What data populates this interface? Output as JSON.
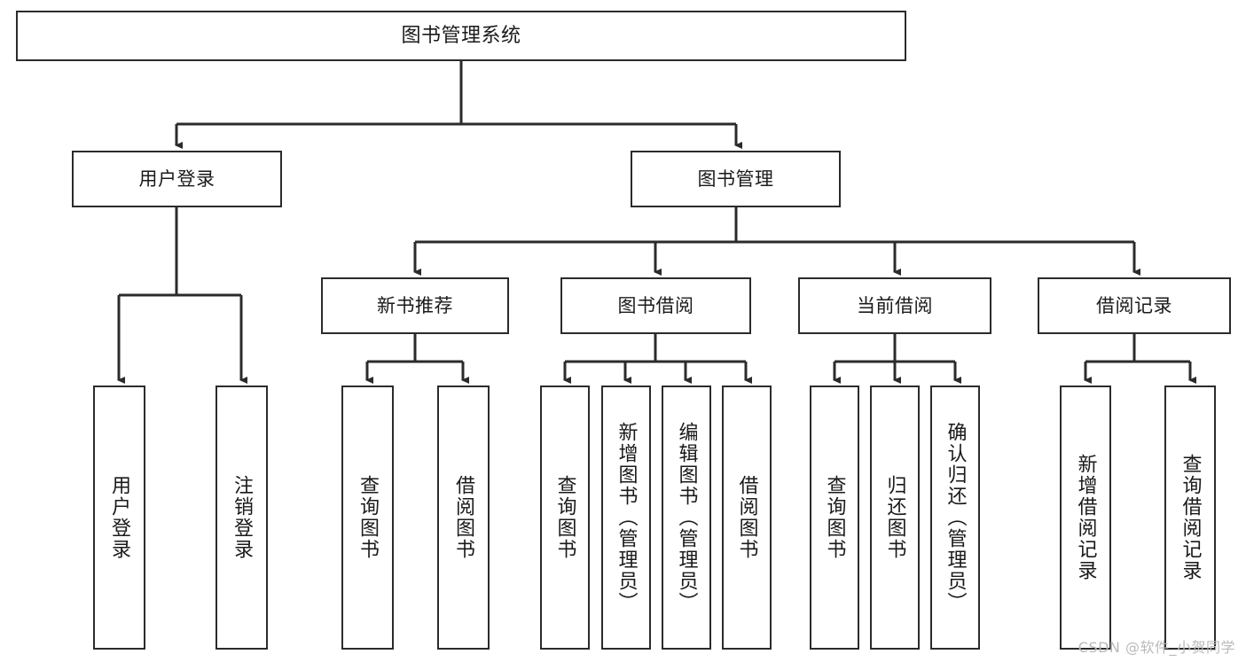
{
  "diagram": {
    "title": "图书管理系统",
    "type": "tree",
    "watermark": "CSDN @软件_小贺同学",
    "colors": {
      "box_border": "#2b2b2b",
      "box_fill": "#ffffff",
      "edge": "#2b2b2b",
      "background": "#ffffff",
      "watermark": "#b9b9b9"
    },
    "nodes": {
      "root": {
        "label": "图书管理系统",
        "level": 0
      },
      "user_login": {
        "label": "用户登录",
        "level": 1
      },
      "book_manage": {
        "label": "图书管理",
        "level": 1
      },
      "new_book_rec": {
        "label": "新书推荐",
        "level": 2
      },
      "book_borrow": {
        "label": "图书借阅",
        "level": 2
      },
      "current_borrow": {
        "label": "当前借阅",
        "level": 2
      },
      "borrow_record": {
        "label": "借阅记录",
        "level": 2
      },
      "leaf_user_login": {
        "label": "用户登录",
        "level": 2
      },
      "leaf_logout": {
        "label": "注销登录",
        "level": 2
      },
      "leaf_query_book_1": {
        "label": "查询图书",
        "level": 3
      },
      "leaf_borrow_book_1": {
        "label": "借阅图书",
        "level": 3
      },
      "leaf_query_book_2": {
        "label": "查询图书",
        "level": 3
      },
      "leaf_add_book": {
        "label": "新增图书（管理员）",
        "level": 3
      },
      "leaf_edit_book": {
        "label": "编辑图书（管理员）",
        "level": 3
      },
      "leaf_borrow_book_2": {
        "label": "借阅图书",
        "level": 3
      },
      "leaf_query_book_3": {
        "label": "查询图书",
        "level": 3
      },
      "leaf_return_book": {
        "label": "归还图书",
        "level": 3
      },
      "leaf_confirm_return": {
        "label": "确认归还（管理员）",
        "level": 3
      },
      "leaf_add_record": {
        "label": "新增借阅记录",
        "level": 3
      },
      "leaf_query_record": {
        "label": "查询借阅记录",
        "level": 3
      }
    },
    "edges": [
      {
        "from": "root",
        "to": "user_login"
      },
      {
        "from": "root",
        "to": "book_manage"
      },
      {
        "from": "user_login",
        "to": "leaf_user_login"
      },
      {
        "from": "user_login",
        "to": "leaf_logout"
      },
      {
        "from": "book_manage",
        "to": "new_book_rec"
      },
      {
        "from": "book_manage",
        "to": "book_borrow"
      },
      {
        "from": "book_manage",
        "to": "current_borrow"
      },
      {
        "from": "book_manage",
        "to": "borrow_record"
      },
      {
        "from": "new_book_rec",
        "to": "leaf_query_book_1"
      },
      {
        "from": "new_book_rec",
        "to": "leaf_borrow_book_1"
      },
      {
        "from": "book_borrow",
        "to": "leaf_query_book_2"
      },
      {
        "from": "book_borrow",
        "to": "leaf_add_book"
      },
      {
        "from": "book_borrow",
        "to": "leaf_edit_book"
      },
      {
        "from": "book_borrow",
        "to": "leaf_borrow_book_2"
      },
      {
        "from": "current_borrow",
        "to": "leaf_query_book_3"
      },
      {
        "from": "current_borrow",
        "to": "leaf_return_book"
      },
      {
        "from": "current_borrow",
        "to": "leaf_confirm_return"
      },
      {
        "from": "borrow_record",
        "to": "leaf_add_record"
      },
      {
        "from": "borrow_record",
        "to": "leaf_query_record"
      }
    ]
  }
}
